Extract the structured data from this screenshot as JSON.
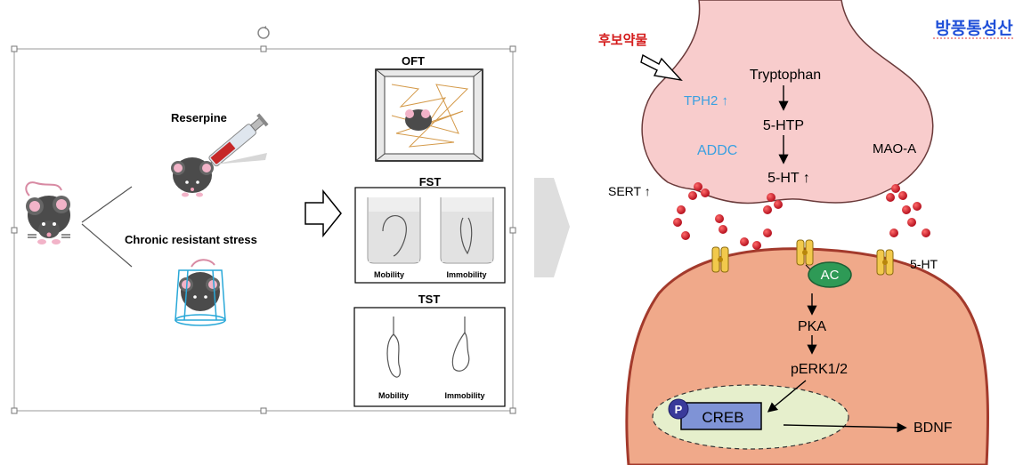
{
  "left_panel": {
    "reserpine_label": "Reserpine",
    "stress_label": "Chronic resistant stress",
    "tests": [
      {
        "title": "OFT"
      },
      {
        "title": "FST",
        "left_caption": "Mobility",
        "right_caption": "Immobility"
      },
      {
        "title": "TST",
        "left_caption": "Mobility",
        "right_caption": "Immobility"
      }
    ]
  },
  "right_panel": {
    "corner_title": "방풍통성산",
    "candidate_label": "후보약물",
    "presynaptic": {
      "tryptophan": "Tryptophan",
      "tph2": "TPH2 ↑",
      "htp": "5-HTP",
      "addc": "ADDC",
      "ht": "5-HT ↑",
      "maoa": "MAO-A",
      "sert": "SERT ↑"
    },
    "postsynaptic": {
      "receptor_label": "5-HT",
      "ac": "AC",
      "pka": "PKA",
      "perk": "pERK1/2",
      "p_badge": "P",
      "creb": "CREB",
      "bdnf": "BDNF"
    },
    "colors": {
      "presynaptic_fill": "#f8cccc",
      "postsynaptic_fill": "#f0a98a",
      "enzyme_blue": "#3aa0e0",
      "title_blue": "#1f4fd8",
      "candidate_red": "#d41c1c",
      "ac_green": "#2e9a56",
      "creb_fill": "#7f93d6",
      "nucleus_fill": "#e6efcc",
      "vesicle_red": "#cc1a2a"
    }
  }
}
